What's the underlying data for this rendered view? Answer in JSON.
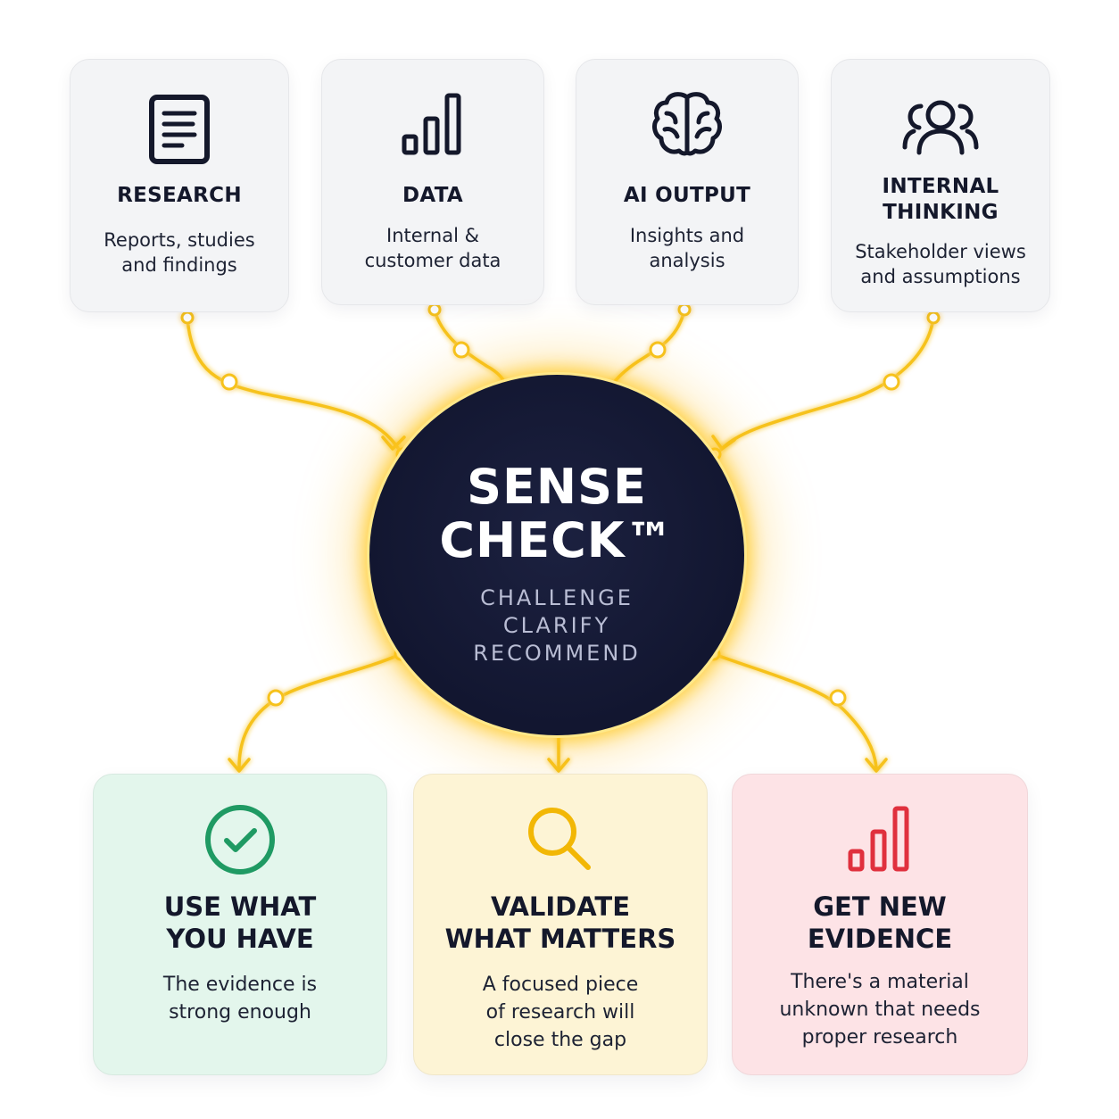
{
  "inputs": [
    {
      "icon": "document-icon",
      "title": "RESEARCH",
      "desc": [
        "Reports, studies",
        "and findings"
      ]
    },
    {
      "icon": "bar-chart-icon",
      "title": "DATA",
      "desc": [
        "Internal &",
        "customer data"
      ]
    },
    {
      "icon": "brain-icon",
      "title": "AI OUTPUT",
      "desc": [
        "Insights and",
        "analysis"
      ]
    },
    {
      "icon": "people-icon",
      "title": [
        "INTERNAL",
        "THINKING"
      ],
      "desc": [
        "Stakeholder views",
        "and assumptions"
      ]
    }
  ],
  "hub": {
    "title": [
      "SENSE",
      "CHECK™"
    ],
    "steps": [
      "CHALLENGE",
      "CLARIFY",
      "RECOMMEND"
    ]
  },
  "outputs": [
    {
      "icon": "check-circle-icon",
      "title": [
        "USE WHAT",
        "YOU HAVE"
      ],
      "desc": [
        "The evidence is",
        "strong enough"
      ],
      "accent": "#1f9a63"
    },
    {
      "icon": "magnifier-icon",
      "title": [
        "VALIDATE",
        "WHAT MATTERS"
      ],
      "desc": [
        "A focused piece",
        "of research will",
        "close the gap"
      ],
      "accent": "#f2b705"
    },
    {
      "icon": "bar-chart-icon",
      "title": [
        "GET NEW",
        "EVIDENCE"
      ],
      "desc": [
        "There's a material",
        "unknown that needs",
        "proper research"
      ],
      "accent": "#e0303d"
    }
  ],
  "colors": {
    "connector": "#f6c21a",
    "hub_fill": "#121630",
    "input_card": "#f3f4f6",
    "out_green": "#e3f6ec",
    "out_yellow": "#fdf4d5",
    "out_red": "#fde3e6"
  }
}
